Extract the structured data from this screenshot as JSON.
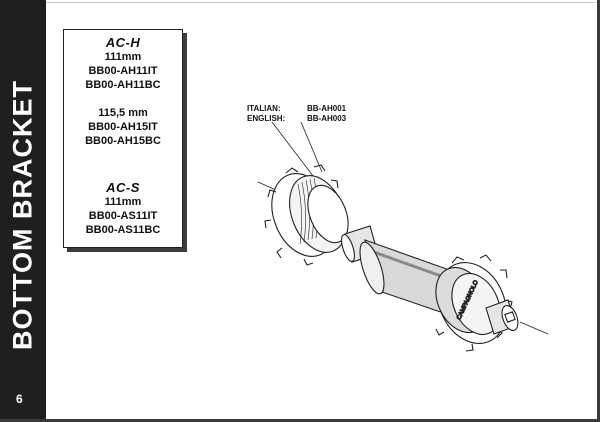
{
  "side_tab": {
    "title": "BOTTOM BRACKET",
    "page_number": "6"
  },
  "spec_box": {
    "groups": [
      {
        "heading": "AC-H",
        "lines": [
          "111mm",
          "BB00-AH11IT",
          "BB00-AH11BC"
        ]
      },
      {
        "heading": "",
        "lines": [
          "115,5 mm",
          "BB00-AH15IT",
          "BB00-AH15BC"
        ]
      },
      {
        "heading": "AC-S",
        "lines": [
          "111mm",
          "BB00-AS11IT",
          "BB00-AS11BC"
        ]
      }
    ]
  },
  "thread_spec": {
    "italian_label": "ITALIAN:",
    "italian_code": "BB-AH001",
    "english_label": "ENGLISH:",
    "english_code": "BB-AH003"
  },
  "colors": {
    "tab": "#1f1f1f",
    "shadow": "#3c3c3c",
    "line": "#222222"
  },
  "icons": {
    "exploded_view": "bottom-bracket-exploded-drawing"
  }
}
